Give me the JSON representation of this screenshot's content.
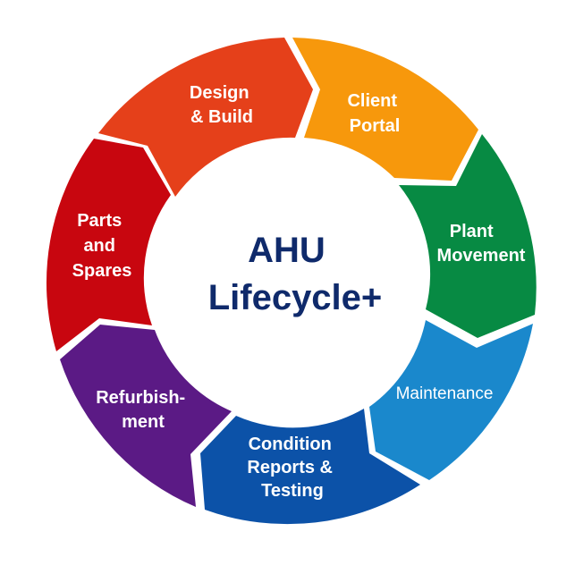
{
  "diagram": {
    "type": "cycle",
    "center": {
      "line1": "AHU",
      "line2": "Lifecycle+",
      "color": "#0f2a6b"
    },
    "segments": [
      {
        "id": "design-build",
        "lines": [
          "Design",
          "& Build"
        ],
        "color": "#e5401a"
      },
      {
        "id": "client-portal",
        "lines": [
          "Client",
          "Portal"
        ],
        "color": "#f7980c"
      },
      {
        "id": "plant-movement",
        "lines": [
          "Plant",
          "Movement"
        ],
        "color": "#078a43"
      },
      {
        "id": "maintenance",
        "lines": [
          "Maintenance"
        ],
        "color": "#1a88cc"
      },
      {
        "id": "condition-reports-testing",
        "lines": [
          "Condition",
          "Reports &",
          "Testing"
        ],
        "color": "#0c52a8"
      },
      {
        "id": "refurbishment",
        "lines": [
          "Refurbish-",
          "ment"
        ],
        "color": "#5b1a85"
      },
      {
        "id": "parts-spares",
        "lines": [
          "Parts",
          "and",
          "Spares"
        ],
        "color": "#c8060f"
      }
    ]
  }
}
